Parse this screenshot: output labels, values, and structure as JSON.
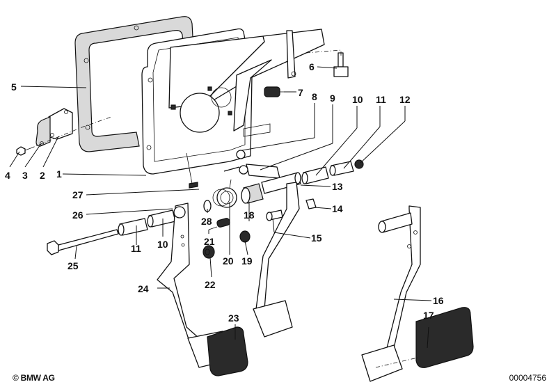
{
  "diagram": {
    "title": "Pedal assembly (clutch and brake pedal bracket)",
    "copyright": "© BMW AG",
    "diagram_number": "00004756",
    "callouts": [
      {
        "id": "1",
        "label": "1"
      },
      {
        "id": "2",
        "label": "2"
      },
      {
        "id": "3",
        "label": "3"
      },
      {
        "id": "4",
        "label": "4"
      },
      {
        "id": "5",
        "label": "5"
      },
      {
        "id": "6",
        "label": "6"
      },
      {
        "id": "7",
        "label": "7"
      },
      {
        "id": "8",
        "label": "8"
      },
      {
        "id": "9",
        "label": "9"
      },
      {
        "id": "10a",
        "label": "10"
      },
      {
        "id": "11a",
        "label": "11"
      },
      {
        "id": "12",
        "label": "12"
      },
      {
        "id": "13",
        "label": "13"
      },
      {
        "id": "14",
        "label": "14"
      },
      {
        "id": "15",
        "label": "15"
      },
      {
        "id": "16",
        "label": "16"
      },
      {
        "id": "17",
        "label": "17"
      },
      {
        "id": "18",
        "label": "18"
      },
      {
        "id": "19",
        "label": "19"
      },
      {
        "id": "20",
        "label": "20"
      },
      {
        "id": "21",
        "label": "21"
      },
      {
        "id": "22",
        "label": "22"
      },
      {
        "id": "23",
        "label": "23"
      },
      {
        "id": "24",
        "label": "24"
      },
      {
        "id": "25",
        "label": "25"
      },
      {
        "id": "26",
        "label": "26"
      },
      {
        "id": "27",
        "label": "27"
      },
      {
        "id": "28",
        "label": "28"
      },
      {
        "id": "10b",
        "label": "10"
      },
      {
        "id": "11b",
        "label": "11"
      }
    ]
  }
}
